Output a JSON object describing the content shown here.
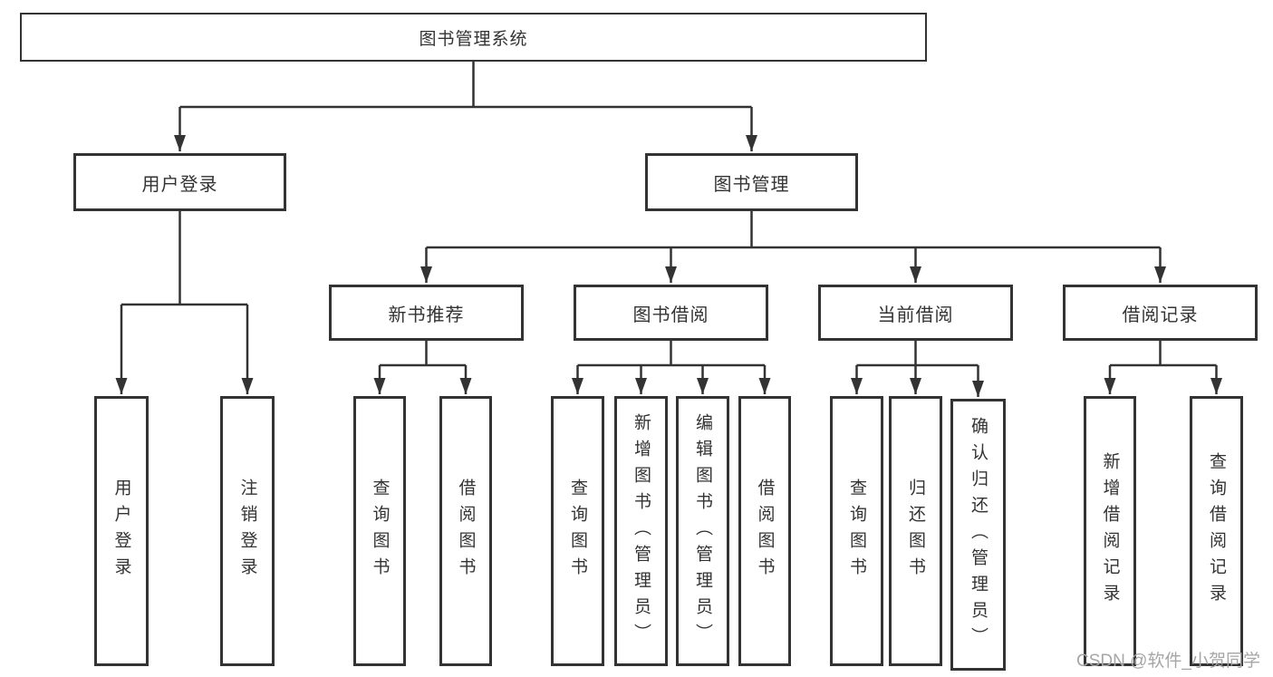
{
  "diagram": {
    "root": {
      "label": "图书管理系统"
    },
    "user_branch": {
      "label": "用户登录",
      "children": [
        {
          "label": "用户登录"
        },
        {
          "label": "注销登录"
        }
      ]
    },
    "book_branch": {
      "label": "图书管理",
      "groups": [
        {
          "label": "新书推荐",
          "children": [
            {
              "label": "查询图书"
            },
            {
              "label": "借阅图书"
            }
          ]
        },
        {
          "label": "图书借阅",
          "children": [
            {
              "label": "查询图书"
            },
            {
              "label": "新增图书（管理员）"
            },
            {
              "label": "编辑图书（管理员）"
            },
            {
              "label": "借阅图书"
            }
          ]
        },
        {
          "label": "当前借阅",
          "children": [
            {
              "label": "查询图书"
            },
            {
              "label": "归还图书"
            },
            {
              "label": "确认归还（管理员）"
            }
          ]
        },
        {
          "label": "借阅记录",
          "children": [
            {
              "label": "新增借阅记录"
            },
            {
              "label": "查询借阅记录"
            }
          ]
        }
      ]
    },
    "colors": {
      "line": "#333333",
      "box_border": "#333333",
      "background": "#ffffff",
      "watermark": "#a6a6a6"
    },
    "watermark": "CSDN @软件_小贺同学"
  }
}
